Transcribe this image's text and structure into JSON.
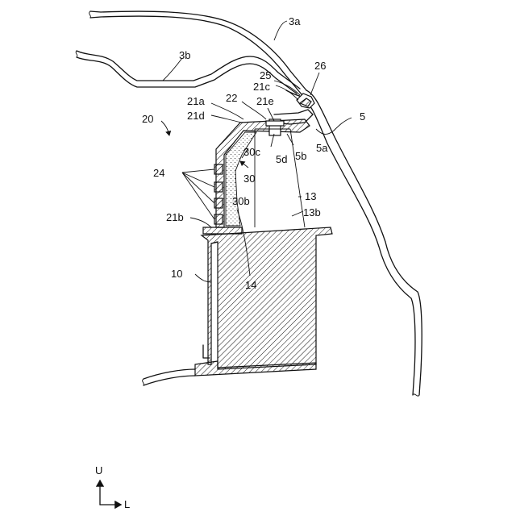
{
  "labels": {
    "l3a": "3a",
    "l3b": "3b",
    "l26": "26",
    "l25": "25",
    "l21c": "21c",
    "l5": "5",
    "l21a": "21a",
    "l22": "22",
    "l21e": "21e",
    "l21d": "21d",
    "l20": "20",
    "l30c": "30c",
    "l5d": "5d",
    "l5b": "5b",
    "l5a": "5a",
    "l24": "24",
    "l30": "30",
    "l30b": "30b",
    "l13": "13",
    "l13b": "13b",
    "l21b": "21b",
    "l10": "10",
    "l14": "14"
  },
  "axes": {
    "up": "U",
    "left": "L"
  }
}
